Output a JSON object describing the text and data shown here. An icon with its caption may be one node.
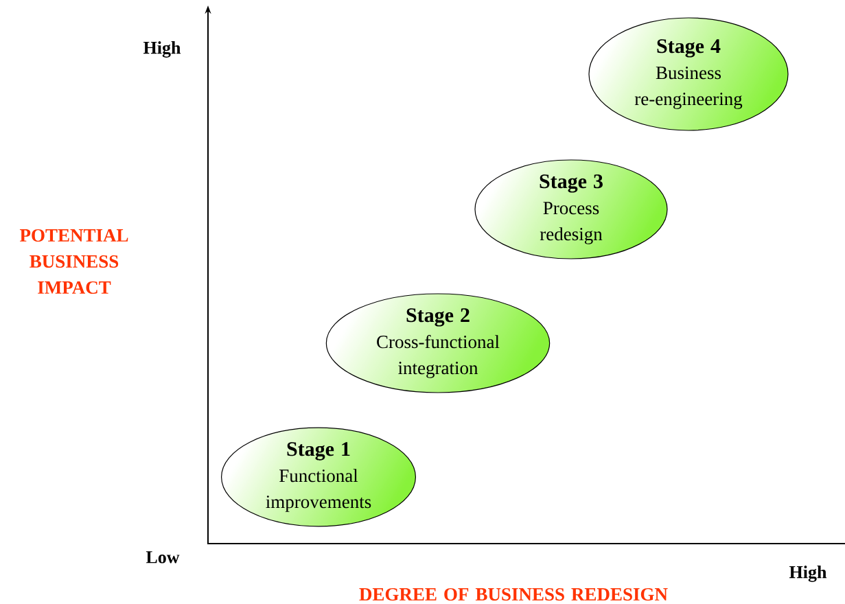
{
  "diagram": {
    "nodes": [
      {
        "text": [
          "Stage 4",
          "Business re-engineering"
        ]
      },
      {
        "text": [
          "Stage 3",
          "Process redesign"
        ]
      },
      {
        "text": [
          "Stage 2",
          "Cross-functional integration"
        ]
      },
      {
        "text": [
          "Stage 1",
          "Functional improvements"
        ]
      }
    ],
    "labels": [
      "High",
      "POTENTIAL BUSINESS IMPACT",
      "Low",
      "High",
      "DEGREE OF BUSINESS REDESIGN"
    ]
  }
}
